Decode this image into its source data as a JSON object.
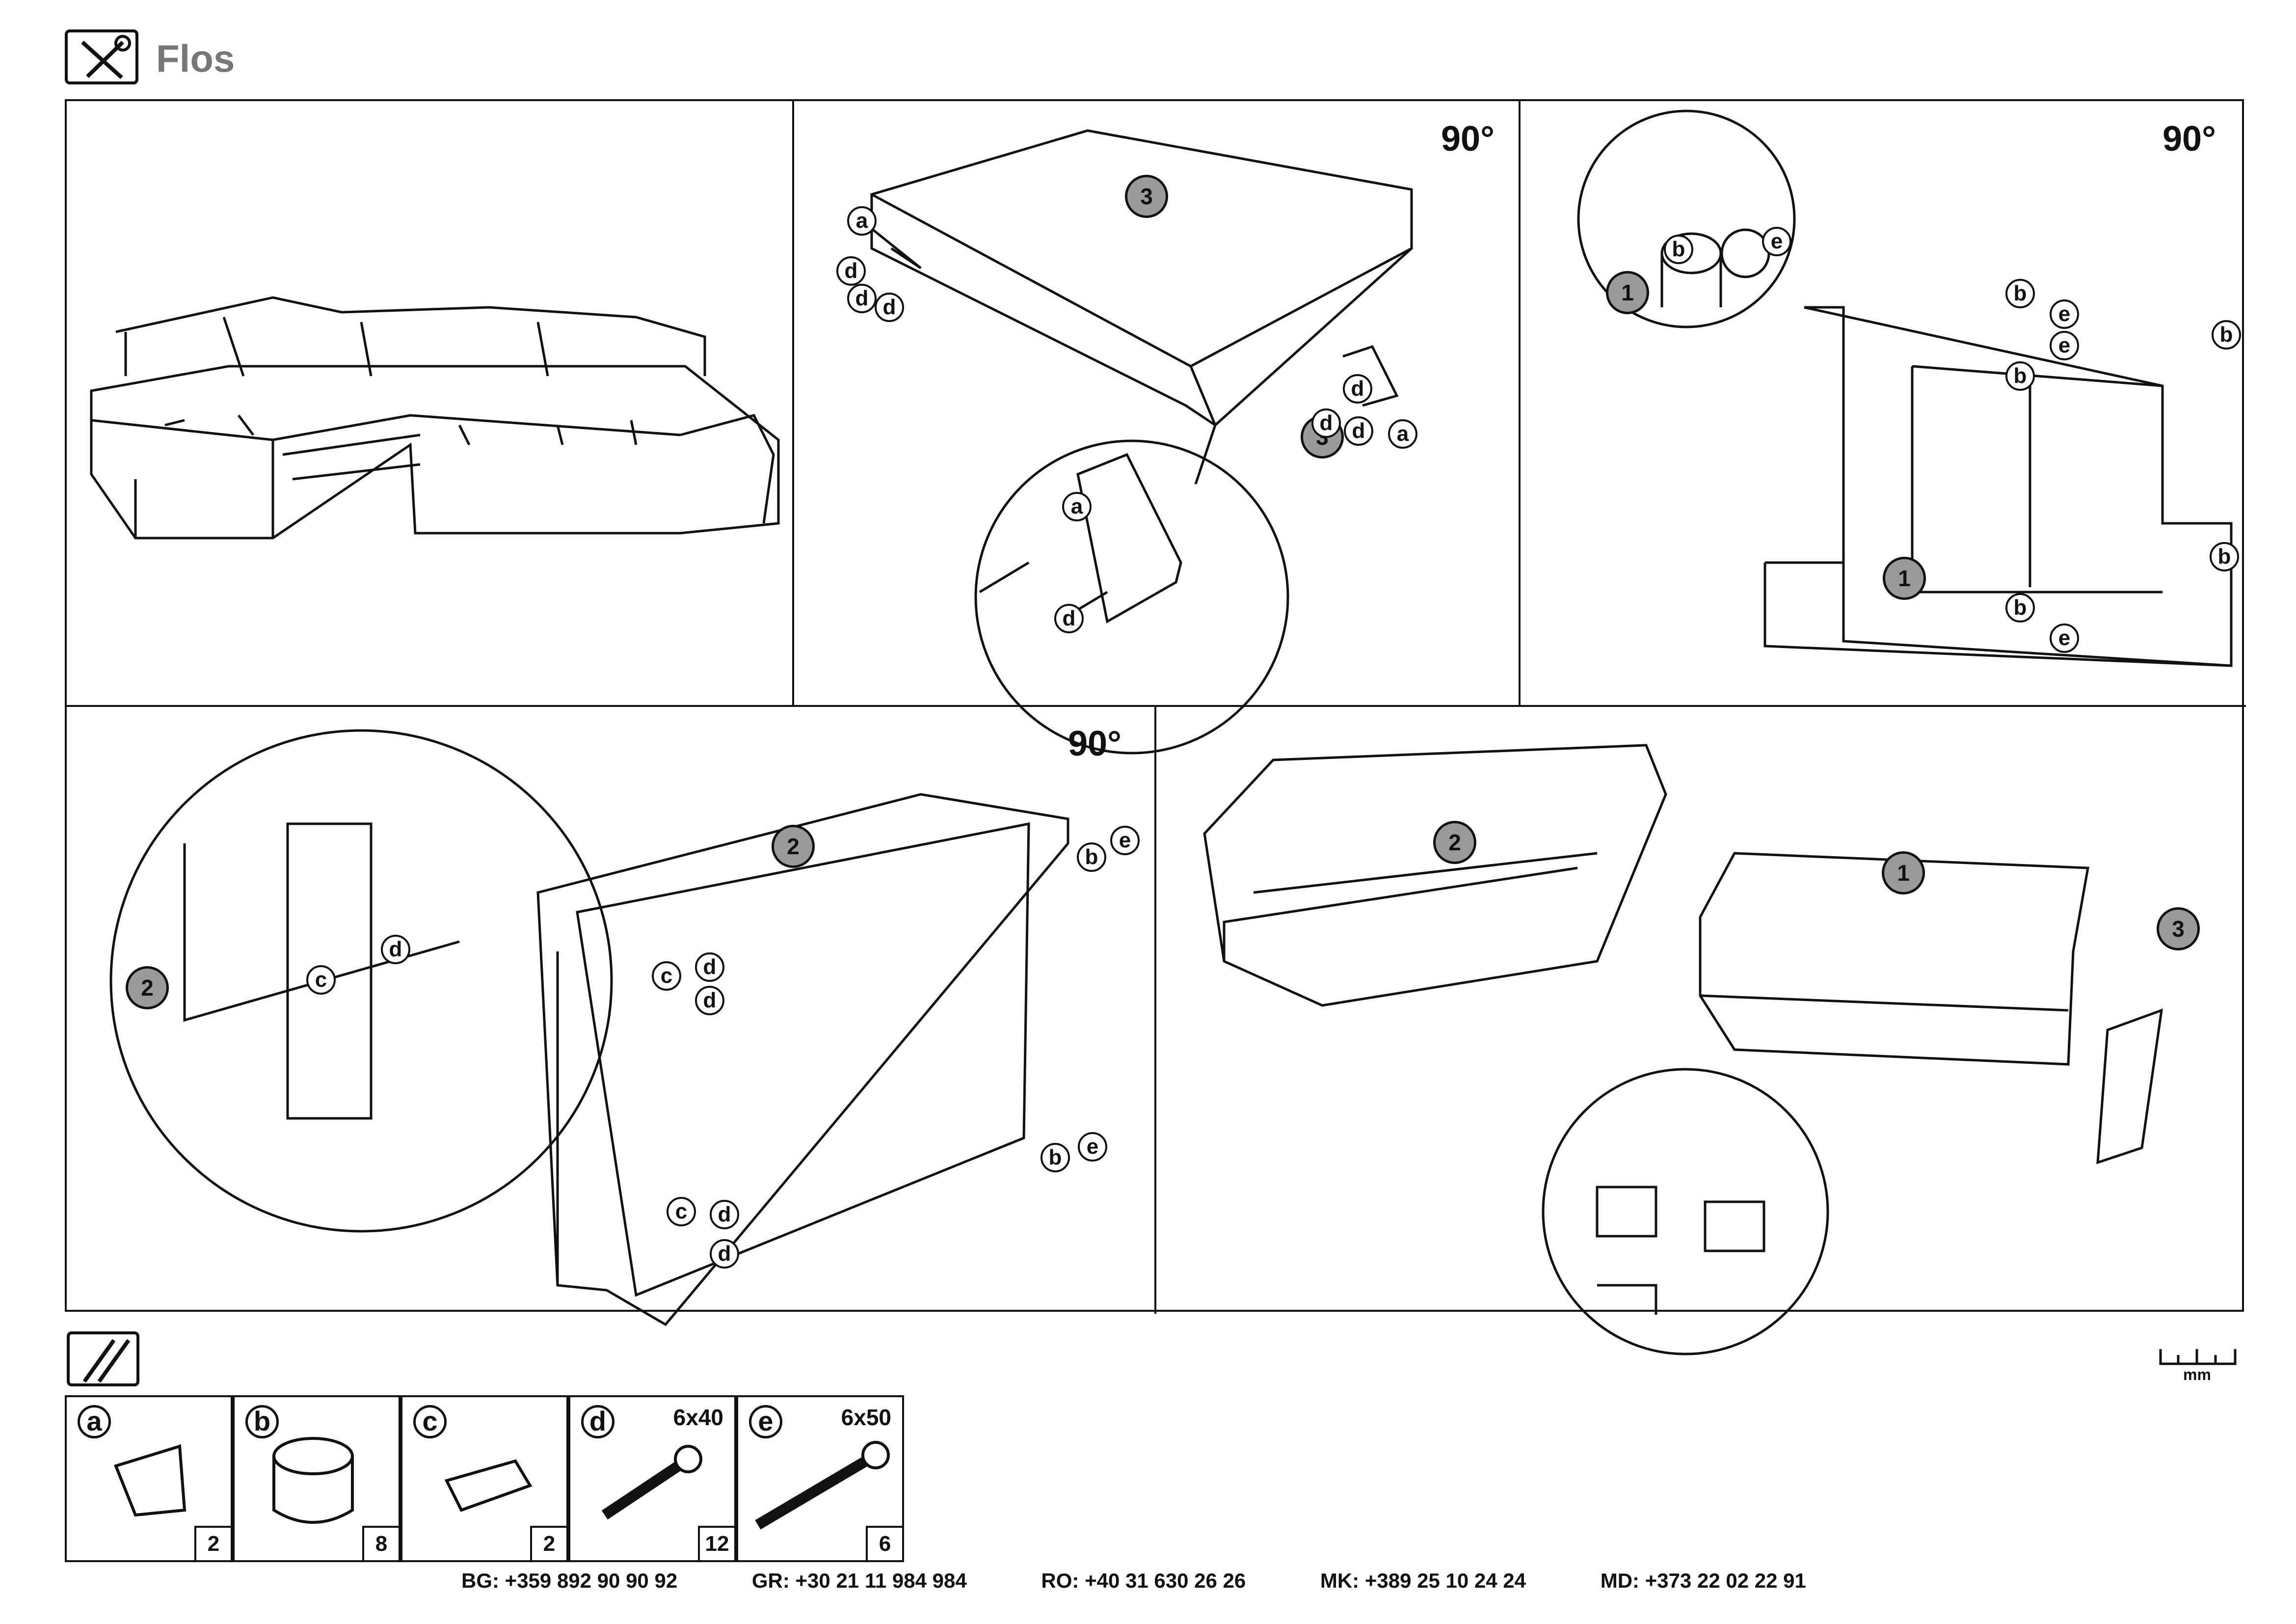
{
  "header": {
    "title": "Flos",
    "tool_icon": "tools-icon"
  },
  "panels": {
    "p2": {
      "rotation": "90°",
      "callouts": {
        "three": "3",
        "a": "a",
        "d": "d"
      }
    },
    "p3": {
      "rotation": "90°",
      "callouts": {
        "one": "1",
        "b": "b",
        "e": "e"
      }
    },
    "p4": {
      "rotation": "90°",
      "callouts": {
        "two": "2",
        "b": "b",
        "c": "c",
        "d": "d",
        "e": "e"
      }
    },
    "p5": {
      "callouts": {
        "one": "1",
        "two": "2",
        "three": "3"
      }
    }
  },
  "parts": [
    {
      "letter": "a",
      "size": "",
      "qty": "2",
      "icon": "corner-bracket-icon"
    },
    {
      "letter": "b",
      "size": "",
      "qty": "8",
      "icon": "foot-icon"
    },
    {
      "letter": "c",
      "size": "",
      "qty": "2",
      "icon": "leg-icon"
    },
    {
      "letter": "d",
      "size": "6x40",
      "qty": "12",
      "icon": "screw-short-icon"
    },
    {
      "letter": "e",
      "size": "6x50",
      "qty": "6",
      "icon": "screw-long-icon"
    }
  ],
  "ruler_unit": "mm",
  "phones": [
    {
      "code": "BG:",
      "number": "+359 892 90 90 92"
    },
    {
      "code": "GR:",
      "number": "+30 21 11 984 984"
    },
    {
      "code": "RO:",
      "number": "+40 31 630 26 26"
    },
    {
      "code": "MK:",
      "number": "+389 25 10 24 24"
    },
    {
      "code": "MD:",
      "number": "+373 22 02 22 91"
    }
  ]
}
